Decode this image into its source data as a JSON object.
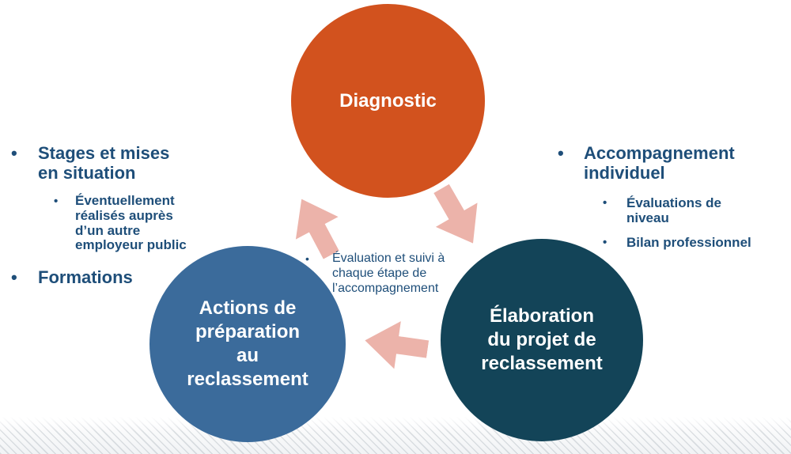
{
  "chars": {
    "bullet": "•"
  },
  "colors": {
    "diagnostic_circle": "#d2521e",
    "elaboration_circle": "#134458",
    "actions_circle": "#3b6b9b",
    "arrow_pink": "#ecb3aa",
    "text_blue": "#1e4e79",
    "circle_text": "#ffffff"
  },
  "diagram": {
    "circles": [
      {
        "id": "diagnostic",
        "label": "Diagnostic"
      },
      {
        "id": "elaboration",
        "label": "Élaboration\ndu projet de\nreclassement"
      },
      {
        "id": "actions",
        "label": "Actions de\npréparation\nau\nreclassement"
      }
    ],
    "center_note": {
      "text": "Évaluation et suivi à\nchaque étape de\nl’accompagnement"
    }
  },
  "left_panel": {
    "items": [
      {
        "label": "Stages et mises\nen situation",
        "sub": [
          "Éventuellement\nréalisés auprès\nd’un autre\nemployeur public"
        ]
      },
      {
        "label": "Formations"
      }
    ]
  },
  "right_panel": {
    "items": [
      {
        "label": "Accompagnement\nindividuel",
        "sub": [
          "Évaluations de\nniveau",
          "Bilan professionnel"
        ]
      }
    ]
  }
}
